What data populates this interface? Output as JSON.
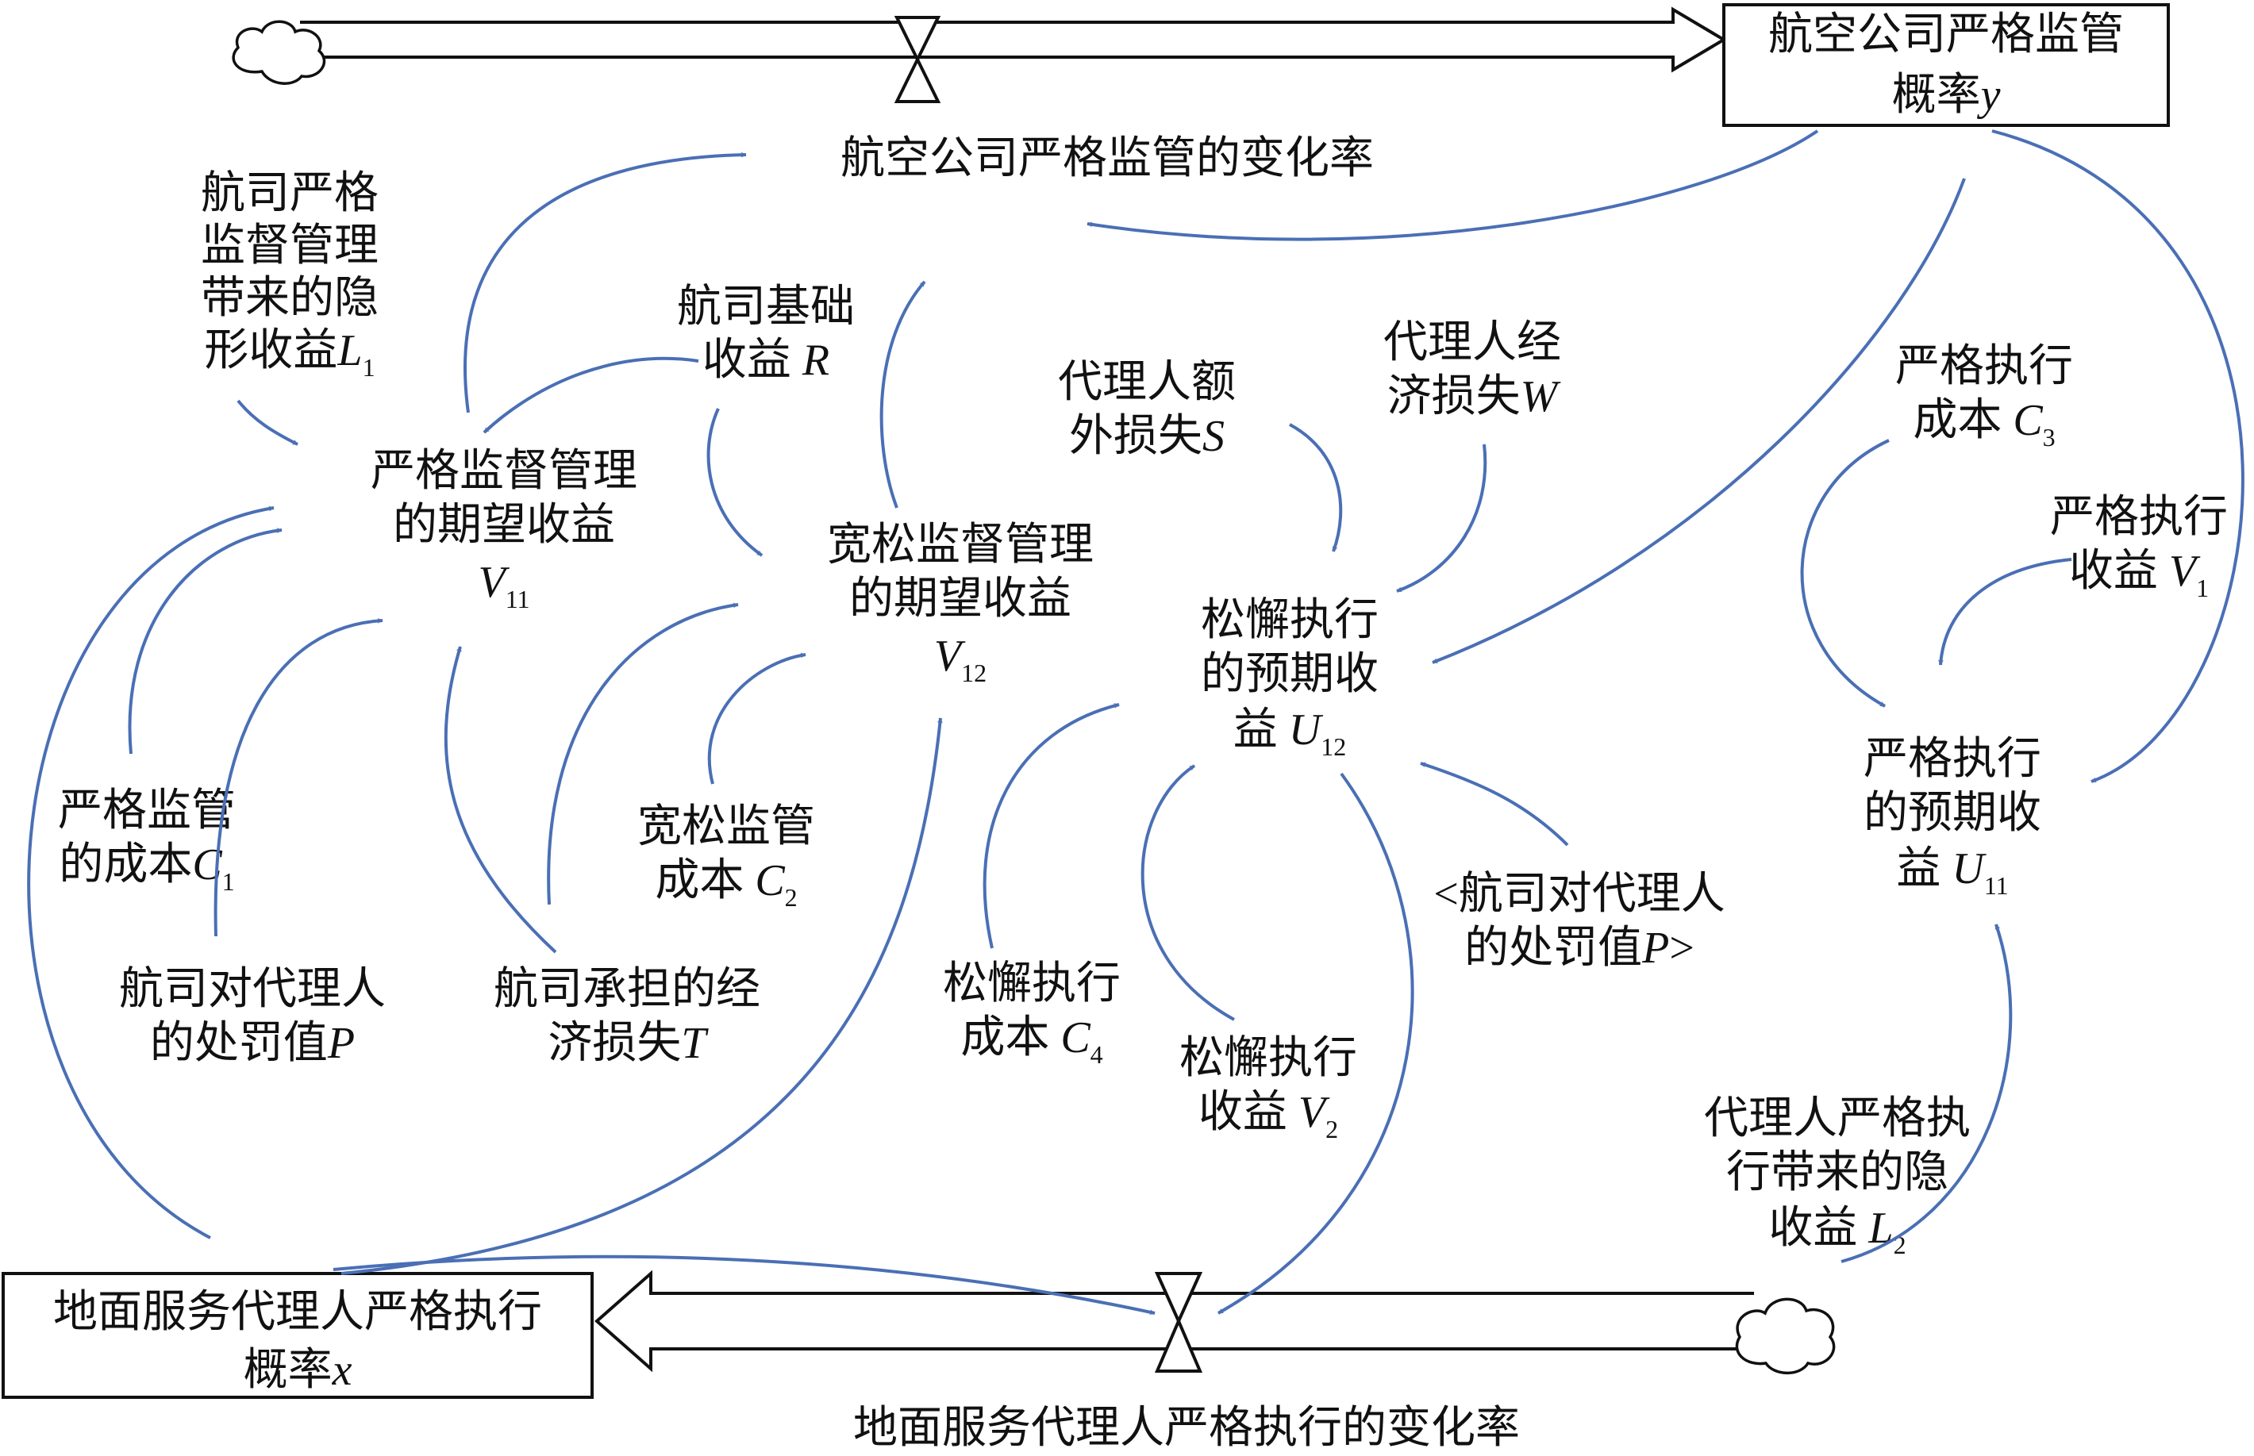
{
  "stocks": {
    "airline_prob": {
      "line1": "航空公司严格监管",
      "line2_prefix": "概率",
      "line2_var": "y"
    },
    "agent_prob": {
      "line1": "地面服务代理人严格执行",
      "line2_prefix": "概率",
      "line2_var": "x"
    }
  },
  "rates": {
    "airline_rate": "航空公司严格监管的变化率",
    "agent_rate": "地面服务代理人严格执行的变化率"
  },
  "labels": {
    "L1": {
      "lines": [
        "航司严格",
        "监督管理",
        "带来的隐"
      ],
      "last_prefix": "形收益",
      "var": "L",
      "sub": "1"
    },
    "R": {
      "line1": "航司基础",
      "last_prefix": "收益 ",
      "var": "R"
    },
    "V11": {
      "line1": "严格监督管理",
      "line2": "的期望收益",
      "var": "V",
      "sub": "11"
    },
    "V12": {
      "line1": "宽松监督管理",
      "line2": "的期望收益",
      "var": "V",
      "sub": "12"
    },
    "S": {
      "line1": "代理人额",
      "last_prefix": "外损失",
      "var": "S"
    },
    "W": {
      "line1": "代理人经",
      "last_prefix": "济损失",
      "var": "W"
    },
    "C3": {
      "line1": "严格执行",
      "last_prefix": "成本 ",
      "var": "C",
      "sub": "3"
    },
    "V1": {
      "line1": "严格执行",
      "last_prefix": "收益 ",
      "var": "V",
      "sub": "1"
    },
    "U12": {
      "line1": "松懈执行",
      "line2": "的预期收",
      "last_prefix": "益 ",
      "var": "U",
      "sub": "12"
    },
    "U11": {
      "line1": "严格执行",
      "line2": "的预期收",
      "last_prefix": "益 ",
      "var": "U",
      "sub": "11"
    },
    "C1": {
      "line1": "严格监管",
      "last_prefix": "的成本",
      "var": "C",
      "sub": "1"
    },
    "C2": {
      "line1": "宽松监管",
      "last_prefix": "成本 ",
      "var": "C",
      "sub": "2"
    },
    "P": {
      "line1": "航司对代理人",
      "last_prefix": "的处罚值",
      "var": "P"
    },
    "T": {
      "line1": "航司承担的经",
      "last_prefix": "济损失",
      "var": "T"
    },
    "C4": {
      "line1": "松懈执行",
      "last_prefix": "成本 ",
      "var": "C",
      "sub": "4"
    },
    "V2": {
      "line1": "松懈执行",
      "last_prefix": "收益 ",
      "var": "V",
      "sub": "2"
    },
    "Pshadow": {
      "line1": "<航司对代理人",
      "line2_prefix": "的处罚值",
      "var": "P",
      "suffix": ">"
    },
    "L2": {
      "lines": [
        "代理人严格执",
        "行带来的隐"
      ],
      "last_prefix": "收益 ",
      "var": "L",
      "sub": "2"
    }
  },
  "colors": {
    "arrow": "#4a6fb5",
    "outline": "#111111"
  },
  "icons": {
    "source_cloud": "cloud-icon",
    "flow_valve": "valve-icon"
  }
}
